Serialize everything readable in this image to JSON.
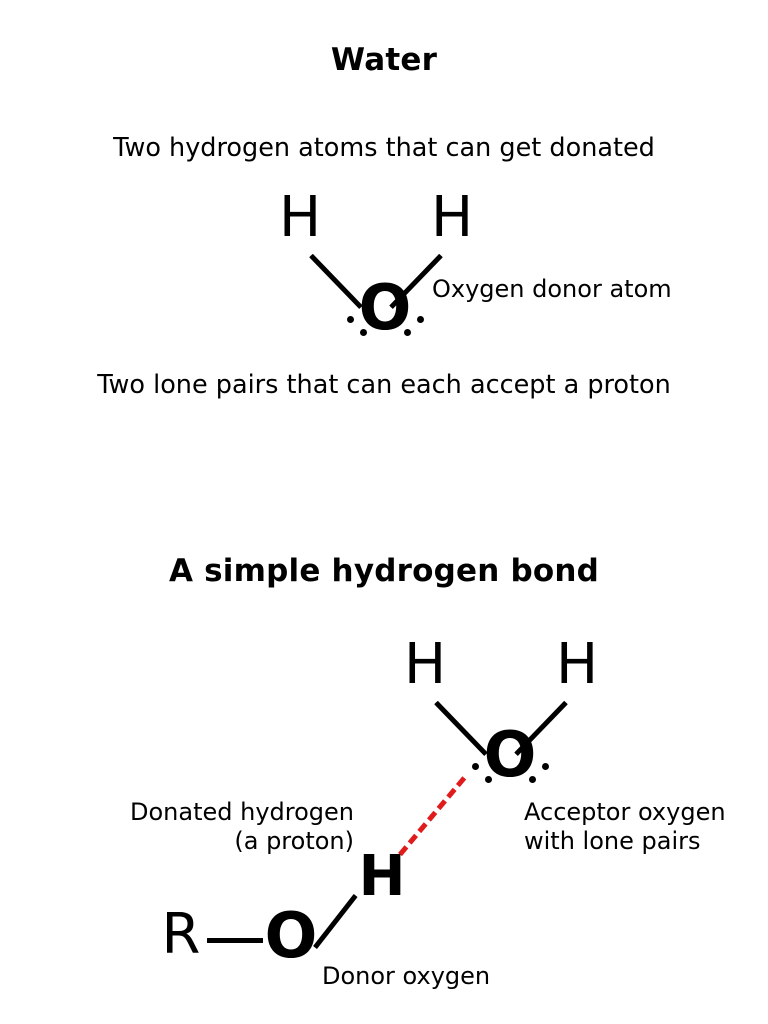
{
  "page": {
    "background": "#ffffff",
    "text_color": "#000000",
    "hydrogen_bond_color": "#e01b1b"
  },
  "sections": {
    "water": {
      "title": "Water",
      "top_caption": "Two hydrogen atoms that can get donated",
      "bottom_caption": "Two lone pairs that can each accept a proton",
      "oxygen_label": "Oxygen donor atom",
      "atoms": {
        "hydrogen_left": "H",
        "hydrogen_right": "H",
        "oxygen": "O"
      },
      "lone_pairs": 2
    },
    "hydrogen_bond": {
      "title": "A simple hydrogen bond",
      "acceptor_label_line1": "Acceptor oxygen",
      "acceptor_label_line2": "with lone pairs",
      "donor_hydrogen_label_line1": "Donated hydrogen",
      "donor_hydrogen_label_line2": "(a proton)",
      "donor_oxygen_label": "Donor oxygen",
      "acceptor_atoms": {
        "hydrogen_left": "H",
        "hydrogen_right": "H",
        "oxygen": "O"
      },
      "donor_atoms": {
        "r_group": "R",
        "oxygen": "O",
        "hydrogen": "H"
      },
      "lone_pairs": 2
    }
  }
}
